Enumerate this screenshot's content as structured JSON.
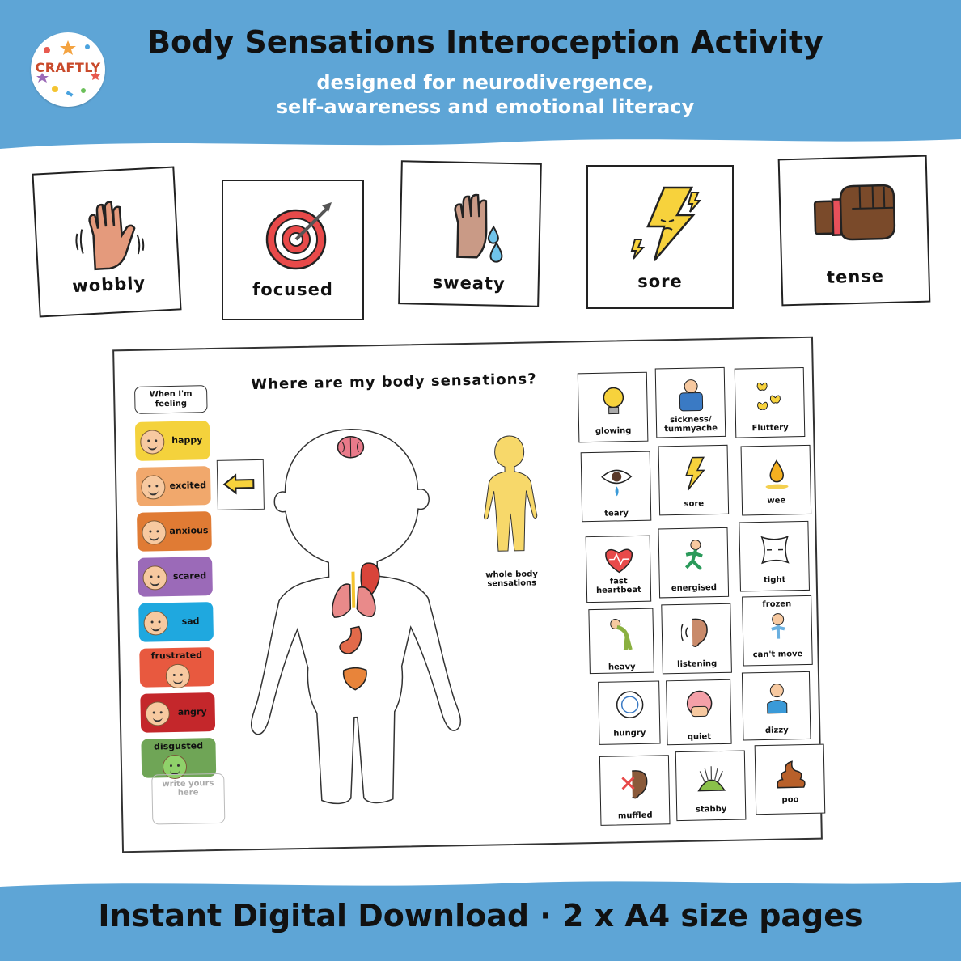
{
  "header": {
    "logo_text": "CRAFTLY",
    "title": "Body Sensations Interoception Activity",
    "subtitle_line1": "designed for neurodivergence,",
    "subtitle_line2": "self-awareness and emotional literacy"
  },
  "big_cards": [
    {
      "label": "wobbly",
      "icon": "wobbly-hand-icon"
    },
    {
      "label": "focused",
      "icon": "target-icon"
    },
    {
      "label": "sweaty",
      "icon": "sweaty-hand-icon"
    },
    {
      "label": "sore",
      "icon": "lightning-icon"
    },
    {
      "label": "tense",
      "icon": "fist-icon"
    }
  ],
  "sheet": {
    "title": "Where are my body sensations?",
    "feeling_header": "When I'm feeling",
    "emotions": [
      {
        "label": "happy",
        "color": "#f4d23c"
      },
      {
        "label": "excited",
        "color": "#f1a86c"
      },
      {
        "label": "anxious",
        "color": "#e07b34"
      },
      {
        "label": "scared",
        "color": "#9b6ab8"
      },
      {
        "label": "sad",
        "color": "#1fa8df"
      },
      {
        "label": "frustrated",
        "color": "#e8593f"
      },
      {
        "label": "angry",
        "color": "#c4272b"
      },
      {
        "label": "disgusted",
        "color": "#6fa556"
      }
    ],
    "write_yours": "write yours here",
    "whole_body_label": "whole body sensations",
    "sensations": [
      {
        "label": "glowing",
        "icon": "lightbulb-icon"
      },
      {
        "label": "sickness/ tummyache",
        "icon": "tummyache-icon"
      },
      {
        "label": "Fluttery",
        "icon": "butterflies-icon"
      },
      {
        "label": "teary",
        "icon": "teary-eye-icon"
      },
      {
        "label": "sore",
        "icon": "lightning-icon"
      },
      {
        "label": "wee",
        "icon": "droplet-icon"
      },
      {
        "label": "fast heartbeat",
        "icon": "heartbeat-icon"
      },
      {
        "label": "energised",
        "icon": "running-person-icon"
      },
      {
        "label": "tight",
        "icon": "tight-icon"
      },
      {
        "label": "heavy",
        "icon": "heavy-person-icon"
      },
      {
        "label": "listening",
        "icon": "ear-icon"
      },
      {
        "label": "frozen",
        "label2": "can't move",
        "icon": "frozen-person-icon"
      },
      {
        "label": "hungry",
        "icon": "plate-icon"
      },
      {
        "label": "quiet",
        "icon": "quiet-face-icon"
      },
      {
        "label": "dizzy",
        "icon": "dizzy-person-icon"
      },
      {
        "label": "muffled",
        "icon": "muffled-ear-icon"
      },
      {
        "label": "stabby",
        "icon": "pincushion-icon"
      },
      {
        "label": "poo",
        "icon": "poo-icon"
      }
    ]
  },
  "footer": {
    "text": "Instant Digital Download · 2 x A4 size pages"
  },
  "colors": {
    "banner": "#5ea5d6",
    "subtitle": "#ffffff"
  }
}
